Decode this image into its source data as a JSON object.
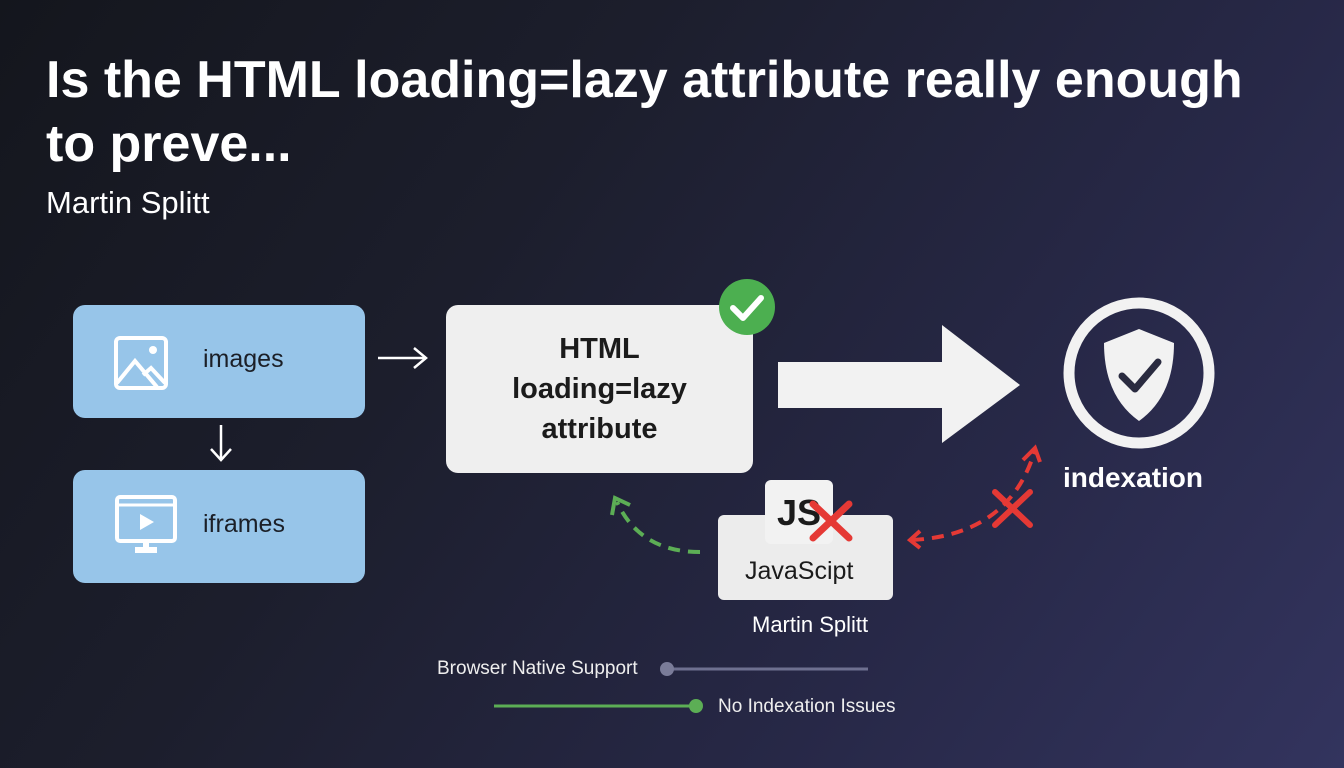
{
  "title": "Is the HTML loading=lazy attribute really enough to preve...",
  "author": "Martin Splitt",
  "diagram": {
    "images_label": "images",
    "iframes_label": "iframes",
    "center_lines": [
      "HTML",
      "loading=lazy",
      "attribute"
    ],
    "js_tile": "JS",
    "js_label": "JavaScipt",
    "js_caption": "Martin Splitt",
    "indexation_label": "indexation"
  },
  "legend": {
    "browser_support": "Browser Native Support",
    "no_issues": "No Indexation Issues"
  },
  "colors": {
    "blue": "#97c5e9",
    "green": "#4caf50",
    "red": "#e53935"
  }
}
